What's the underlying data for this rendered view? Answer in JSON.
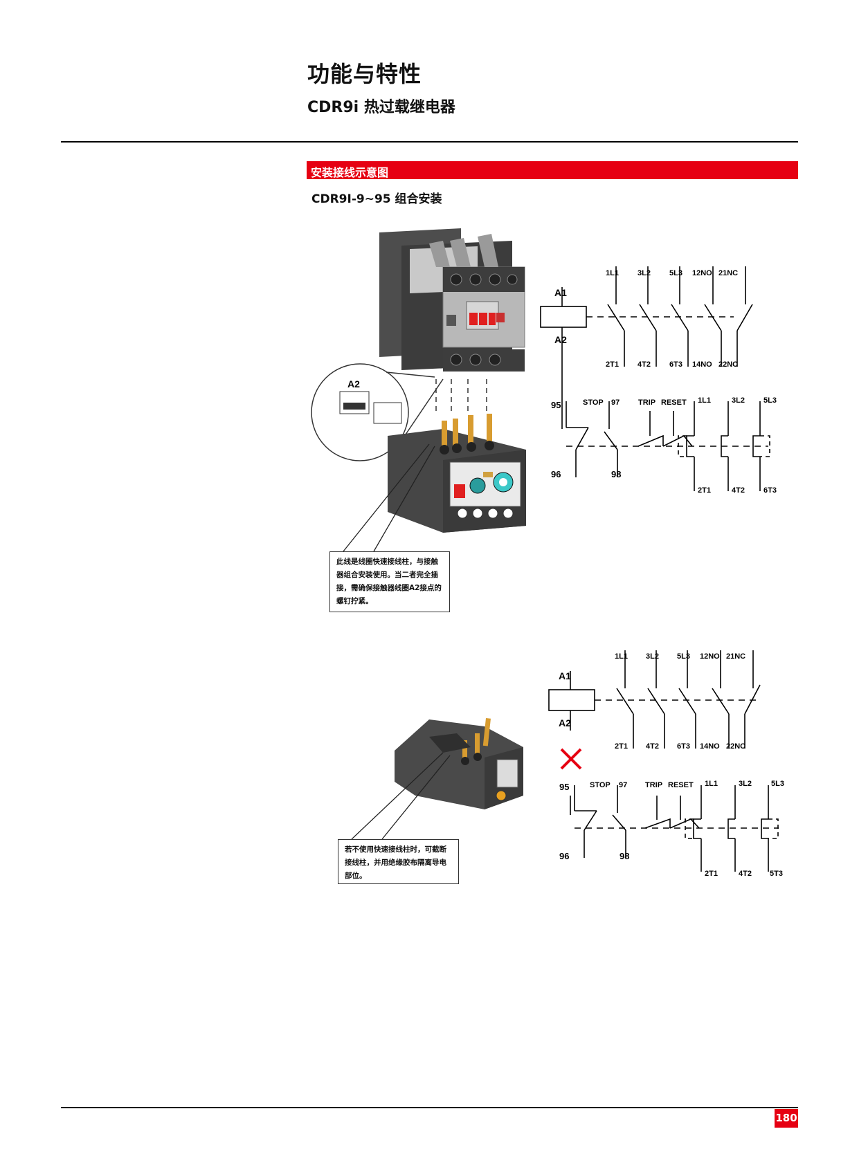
{
  "header": {
    "title": "功能与特性",
    "subtitle": "CDR9i 热过载继电器"
  },
  "section": {
    "bar_label": "安装接线示意图",
    "figure_label": "CDR9I-9~95 组合安装"
  },
  "callouts": {
    "first": "此线是线圈快速接线柱，与接触器组合安装使用。当二者完全插接，需确保接触器线圈A2接点的螺钉拧紧。",
    "second": "若不使用快速接线柱时，可截断接线柱，并用绝缘胶布隔离导电部位。"
  },
  "diagram1": {
    "coil_top": "A1",
    "coil_bottom": "A2",
    "top_terminals": [
      "1L1",
      "3L2",
      "5L3",
      "12NO",
      "21NC"
    ],
    "bottom_terminals": [
      "2T1",
      "4T2",
      "6T3",
      "14NO",
      "22NC"
    ],
    "relay_95": "95",
    "relay_96": "96",
    "relay_98": "98",
    "stop": "STOP",
    "t97": "97",
    "trip": "TRIP",
    "reset": "RESET",
    "relay_top": [
      "1L1",
      "3L2",
      "5L3"
    ],
    "relay_bottom": [
      "2T1",
      "4T2",
      "6T3"
    ]
  },
  "diagram2": {
    "coil_top": "A1",
    "coil_bottom": "A2",
    "top_terminals": [
      "1L1",
      "3L2",
      "5L3",
      "12NO",
      "21NC"
    ],
    "bottom_terminals": [
      "2T1",
      "4T2",
      "6T3",
      "14NO",
      "22NC"
    ],
    "relay_95": "95",
    "relay_96": "96",
    "relay_98": "98",
    "stop": "STOP",
    "t97": "97",
    "trip": "TRIP",
    "reset": "RESET",
    "relay_top": [
      "1L1",
      "3L2",
      "5L3"
    ],
    "relay_bottom": [
      "2T1",
      "4T2",
      "5T3"
    ]
  },
  "contactor_inset_label": "A2",
  "page_number": "180",
  "colors": {
    "accent_red": "#e60012"
  }
}
